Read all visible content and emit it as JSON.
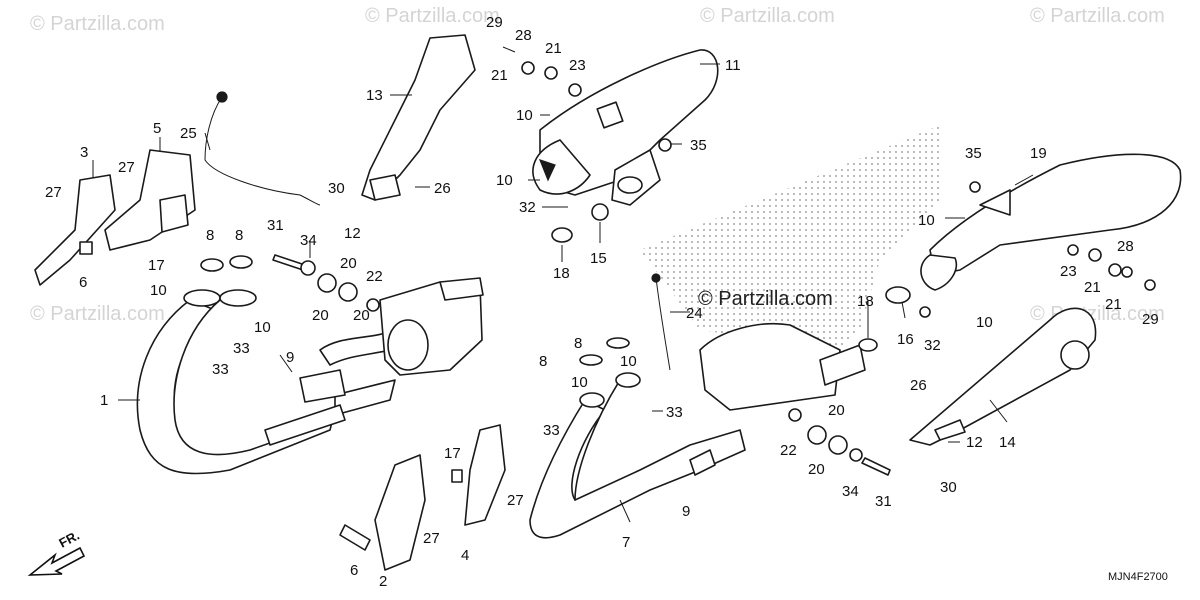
{
  "watermark": "© Partzilla.com",
  "diagram_code": "MJN4F2700",
  "front_label": "FR.",
  "callouts": [
    "29",
    "28",
    "21",
    "23",
    "21",
    "11",
    "13",
    "10",
    "35",
    "10",
    "26",
    "30",
    "12",
    "32",
    "18",
    "15",
    "25",
    "3",
    "5",
    "27",
    "27",
    "8",
    "8",
    "31",
    "34",
    "20",
    "20",
    "22",
    "20",
    "17",
    "6",
    "10",
    "10",
    "33",
    "33",
    "9",
    "1",
    "2",
    "6",
    "27",
    "17",
    "4",
    "27",
    "7",
    "9",
    "33",
    "8",
    "8",
    "10",
    "10",
    "33",
    "22",
    "20",
    "20",
    "34",
    "31",
    "35",
    "19",
    "10",
    "23",
    "21",
    "28",
    "21",
    "29",
    "18",
    "16",
    "32",
    "10",
    "24",
    "26",
    "12",
    "14",
    "30"
  ]
}
